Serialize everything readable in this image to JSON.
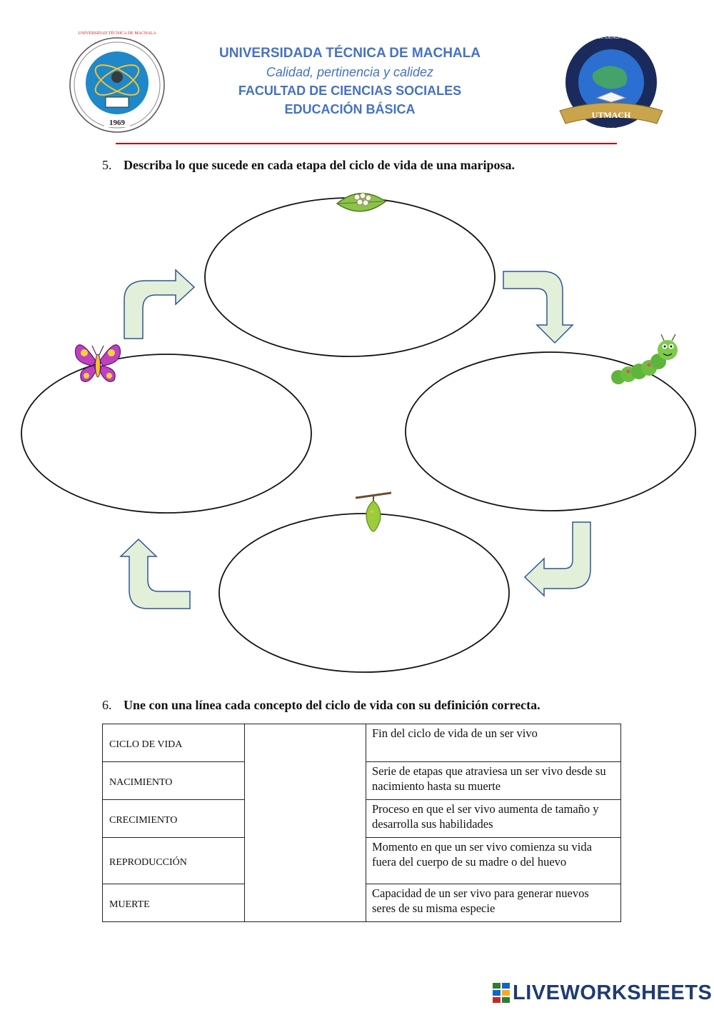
{
  "header": {
    "university": "UNIVERSIDADA TÉCNICA DE MACHALA",
    "motto": "Calidad, pertinencia y calidez",
    "faculty": "FACULTAD DE CIENCIAS SOCIALES",
    "program": "EDUCACIÓN BÁSICA",
    "left_seal": {
      "ring_text": "UNIVERSIDAD TÉCNICA DE MACHALA",
      "year": "1969"
    },
    "right_seal": {
      "ring_text": "FACULTAD DE CIENCIAS SOCIALES",
      "banner": "UTMACH",
      "year": "1972"
    }
  },
  "question5": {
    "number": "5.",
    "text": "Describa lo que sucede en cada etapa del ciclo de vida de una mariposa.",
    "stages": [
      "leaf-eggs-icon",
      "caterpillar-icon",
      "chrysalis-icon",
      "butterfly-icon"
    ]
  },
  "question6": {
    "number": "6.",
    "text": "Une con una línea cada concepto del ciclo de vida con su definición correcta.",
    "concepts": [
      "CICLO DE VIDA",
      "NACIMIENTO",
      "CRECIMIENTO",
      "REPRODUCCIÓN",
      "MUERTE"
    ],
    "definitions": [
      "Fin del ciclo de vida de un ser vivo",
      "Serie de etapas que atraviesa un ser vivo desde su nacimiento hasta su muerte",
      "Proceso en que el ser vivo aumenta de tamaño y desarrolla sus habilidades",
      "Momento en que un ser vivo comienza su vida fuera del cuerpo de su madre o del huevo",
      "Capacidad de un ser vivo para generar nuevos seres de su misma especie"
    ]
  },
  "footer": {
    "brand": "LIVEWORKSHEETS"
  },
  "colors": {
    "header_blue": "#4472c4",
    "divider_red": "#c00000",
    "arrow_fill": "#e2f0d9",
    "arrow_stroke": "#2f5597"
  }
}
